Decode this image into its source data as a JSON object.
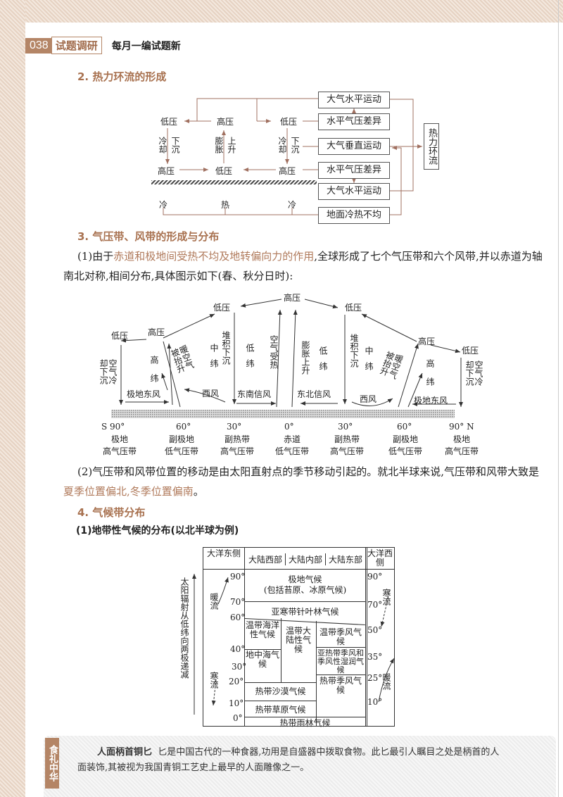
{
  "header": {
    "page_number": "038",
    "section_tag": "试题调研",
    "subtitle": "每月一编试题新"
  },
  "section2": {
    "title": "2. 热力环流的形成",
    "diagram": {
      "top_row": [
        "低压",
        "高压",
        "低压"
      ],
      "bottom_row": [
        "高压",
        "低压",
        "高压"
      ],
      "vertical_left": [
        "冷却",
        "下沉"
      ],
      "vertical_mid": [
        "膨胀",
        "上升"
      ],
      "vertical_right": [
        "冷却",
        "下沉"
      ],
      "ground": [
        "冷",
        "热",
        "冷"
      ],
      "boxes": [
        "大气水平运动",
        "水平气压差异",
        "大气垂直运动",
        "水平气压差异",
        "大气水平运动",
        "地面冷热不均"
      ],
      "result": "热力环流"
    }
  },
  "section3": {
    "title": "3. 气压带、风带的形成与分布",
    "p1_prefix": "(1)由于",
    "p1_highlight": "赤道和极地间受热不均及地转偏向力的作用",
    "p1_suffix": ",全球形成了七个气压带和六个风带,并以赤道为轴南北对称,相间分布,具体图示如下(春、秋分日时):",
    "diagram": {
      "top_pressure": [
        "低压",
        "高压",
        "低压",
        "高压",
        "低压",
        "高压",
        "低压"
      ],
      "cells": [
        "高纬",
        "中纬",
        "低纬",
        "低纬",
        "中纬",
        "高纬"
      ],
      "vertical_labels": [
        "空气冷却下沉",
        "暖空气被抬升",
        "堆积下沉",
        "空气受热",
        "膨胀上升",
        "堆积下沉",
        "暖空气被抬升",
        "空气冷却下沉"
      ],
      "winds": [
        "极地东风",
        "西风",
        "东南信风",
        "东北信风",
        "西风",
        "极地东风"
      ],
      "latitudes": [
        "S 90°",
        "60°",
        "30°",
        "0°",
        "30°",
        "60°",
        "90° N"
      ],
      "belts": [
        [
          "极地",
          "高气压带"
        ],
        [
          "副极地",
          "低气压带"
        ],
        [
          "副热带",
          "高气压带"
        ],
        [
          "赤道",
          "低气压带"
        ],
        [
          "副热带",
          "高气压带"
        ],
        [
          "副极地",
          "低气压带"
        ],
        [
          "极地",
          "高气压带"
        ]
      ]
    },
    "p2_prefix": "(2)气压带和风带位置的移动是由太阳直射点的季节移动引起的。就北半球来说,气压带和风带大致是",
    "p2_highlight": "夏季位置偏北,冬季位置偏南",
    "p2_suffix": "。"
  },
  "section4": {
    "title": "4. 气候带分布",
    "sub": "(1)地带性气候的分布(以北半球为例)",
    "table": {
      "headers": [
        "大洋东侧",
        "大陆西部",
        "大陆内部",
        "大陆东部",
        "大洋西侧"
      ],
      "left_axis": "太阳辐射从低纬向两极递减",
      "left_lat": [
        "90°",
        "70°",
        "60°",
        "40°",
        "30°",
        "20°",
        "10°",
        "0°"
      ],
      "right_lat": [
        "90°",
        "70°",
        "50°",
        "35°",
        "25°",
        "10°"
      ],
      "left_currents": [
        "暖流",
        "寒流"
      ],
      "right_currents": [
        "寒流",
        "暖流"
      ],
      "climates": {
        "polar": "极地气候",
        "polar_note": "(包括苔原、冰原气候)",
        "subarctic": "亚寒带针叶林气候",
        "temp_maritime": "温带海洋性气候",
        "temp_continental": "温带大陆性气候",
        "temp_monsoon": "温带季风气候",
        "mediterranean": "地中海气候",
        "subtrop_monsoon": "亚热带季风和季风性湿润气候",
        "trop_desert": "热带沙漠气候",
        "trop_savanna": "热带草原气候",
        "trop_monsoon": "热带季风气候",
        "trop_rainforest": "热带雨林气候"
      }
    }
  },
  "footer": {
    "tag": "食礼中华",
    "title": "人面柄首铜匕",
    "text": "匕是中国古代的一种食器,功用是自盛器中拨取食物。此匕最引人瞩目之处是柄首的人面装饰,其被视为我国青铜工艺史上最早的人面雕像之一。"
  },
  "colors": {
    "accent": "#b48566",
    "highlight_text": "#b07a5b",
    "heading": "#a8714f"
  }
}
